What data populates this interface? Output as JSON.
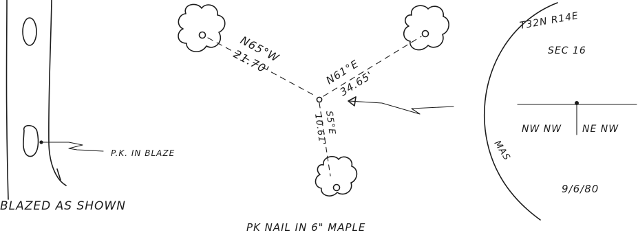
{
  "tree_panel": {
    "caption": "BLAZED AS SHOWN",
    "nail_label": "P.K. IN BLAZE"
  },
  "ties": {
    "north_west": {
      "bearing": "N65°W",
      "distance": "21.70'"
    },
    "north_east": {
      "bearing": "N61°E",
      "distance": "34.65'"
    },
    "south": {
      "bearing": "S5°E",
      "distance": "10.61'"
    }
  },
  "caption_bottom": "PK NAIL IN 6\" MAPLE",
  "section_panel": {
    "township_range": "T32N  R14E",
    "section": "SEC 16",
    "quarter_left": "NW NW",
    "quarter_right": "NE NW",
    "initials": "MAS",
    "date": "9/6/80"
  }
}
